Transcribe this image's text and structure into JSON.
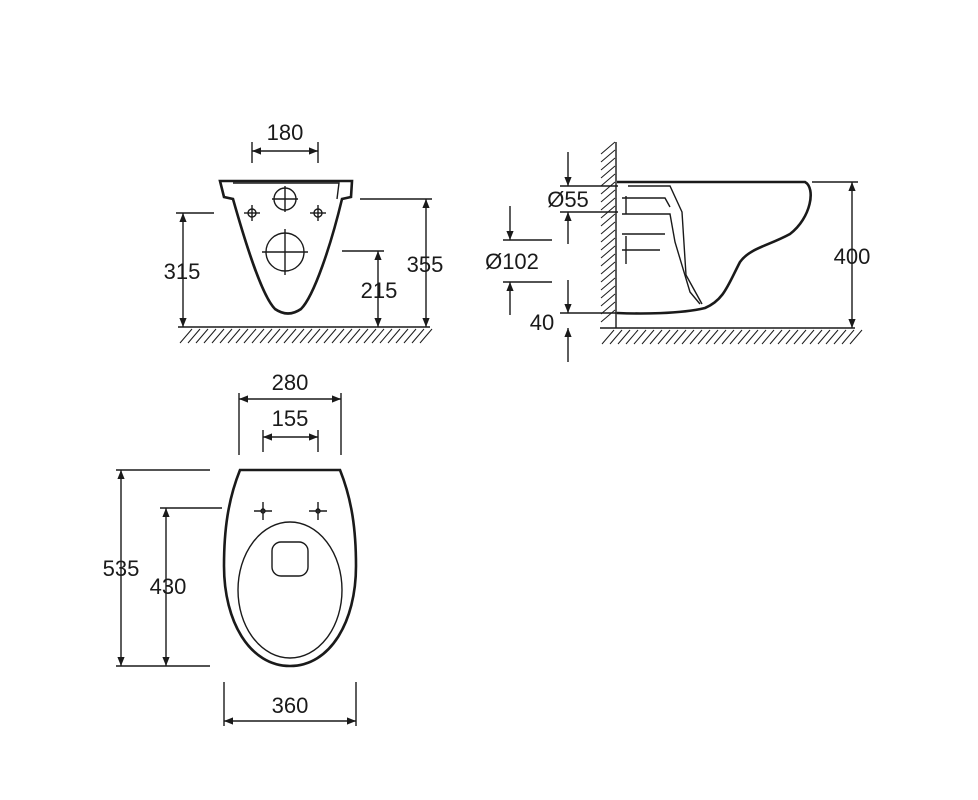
{
  "front_view": {
    "top_width": "180",
    "height_left": "315",
    "height_inner": "215",
    "height_right": "355"
  },
  "side_view": {
    "diameter_small": "Ø55",
    "diameter_large": "Ø102",
    "floor_offset": "40",
    "total_height": "400"
  },
  "top_view": {
    "outer_width": "280",
    "bolt_spacing": "155",
    "total_length": "535",
    "fixing_length": "430",
    "max_width": "360"
  },
  "colors": {
    "line": "#1a1a1a",
    "background": "#ffffff"
  }
}
